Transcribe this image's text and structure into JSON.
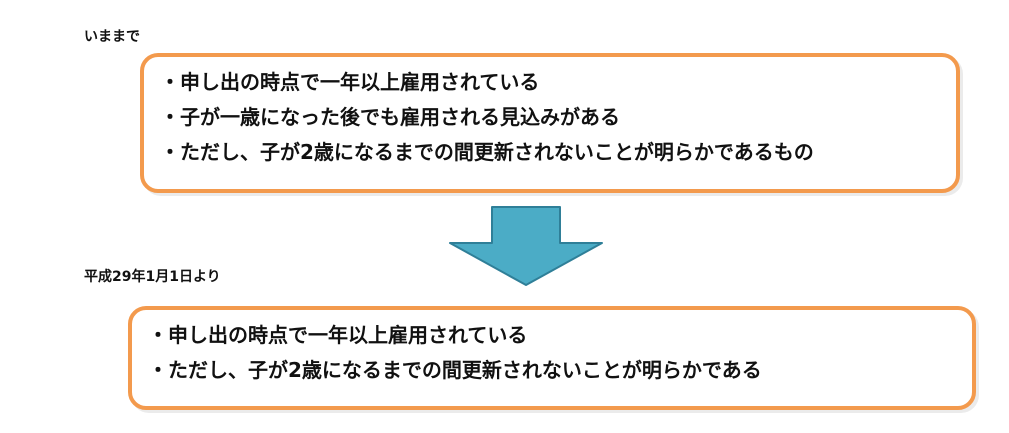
{
  "before": {
    "label": "いままで",
    "items": [
      "申し出の時点で一年以上雇用されている",
      "子が一歳になった後でも雇用される見込みがある",
      "ただし、子が2歳になるまでの間更新されないことが明らかであるもの"
    ]
  },
  "after": {
    "label": "平成29年1月1日より",
    "items": [
      "申し出の時点で一年以上雇用されている",
      "ただし、子が2歳になるまでの間更新されないことが明らかである"
    ]
  },
  "colors": {
    "box_border": "#f39a4d",
    "arrow_fill": "#4bacc6",
    "arrow_stroke": "#2f7f98"
  }
}
